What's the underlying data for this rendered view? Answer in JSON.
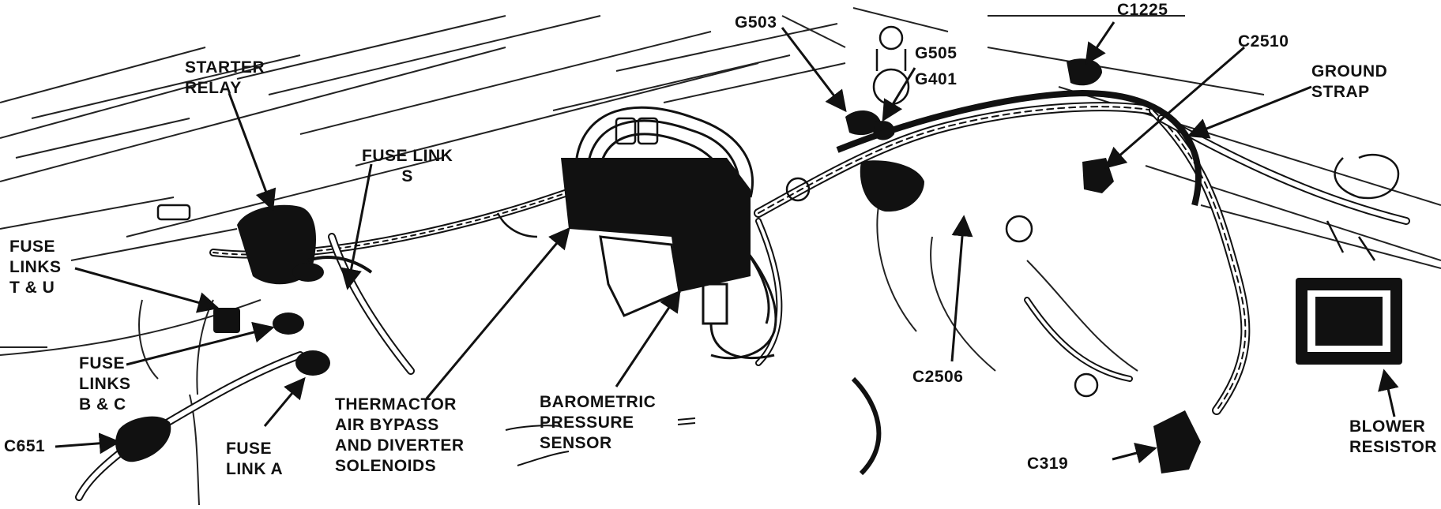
{
  "diagram": {
    "labels": {
      "starter_relay": [
        "STARTER",
        "RELAY"
      ],
      "fuse_link_s": [
        "FUSE LINK",
        "S"
      ],
      "fuse_links_tu": [
        "FUSE",
        "LINKS",
        "T & U"
      ],
      "fuse_links_bc": [
        "FUSE",
        "LINKS",
        "B & C"
      ],
      "c651": "C651",
      "fuse_link_a": [
        "FUSE",
        "LINK A"
      ],
      "thermactor": [
        "THERMACTOR",
        "AIR BYPASS",
        "AND DIVERTER",
        "SOLENOIDS"
      ],
      "barometric": [
        "BAROMETRIC",
        "PRESSURE",
        "SENSOR"
      ],
      "g503": "G503",
      "g505": "G505",
      "g401": "G401",
      "c1225": "C1225",
      "c2510": "C2510",
      "ground_strap": [
        "GROUND",
        "STRAP"
      ],
      "c2506": "C2506",
      "c319": "C319",
      "blower_resistor": [
        "BLOWER",
        "RESISTOR"
      ]
    },
    "colors": {
      "ink": "#111111",
      "paper": "#ffffff"
    }
  }
}
